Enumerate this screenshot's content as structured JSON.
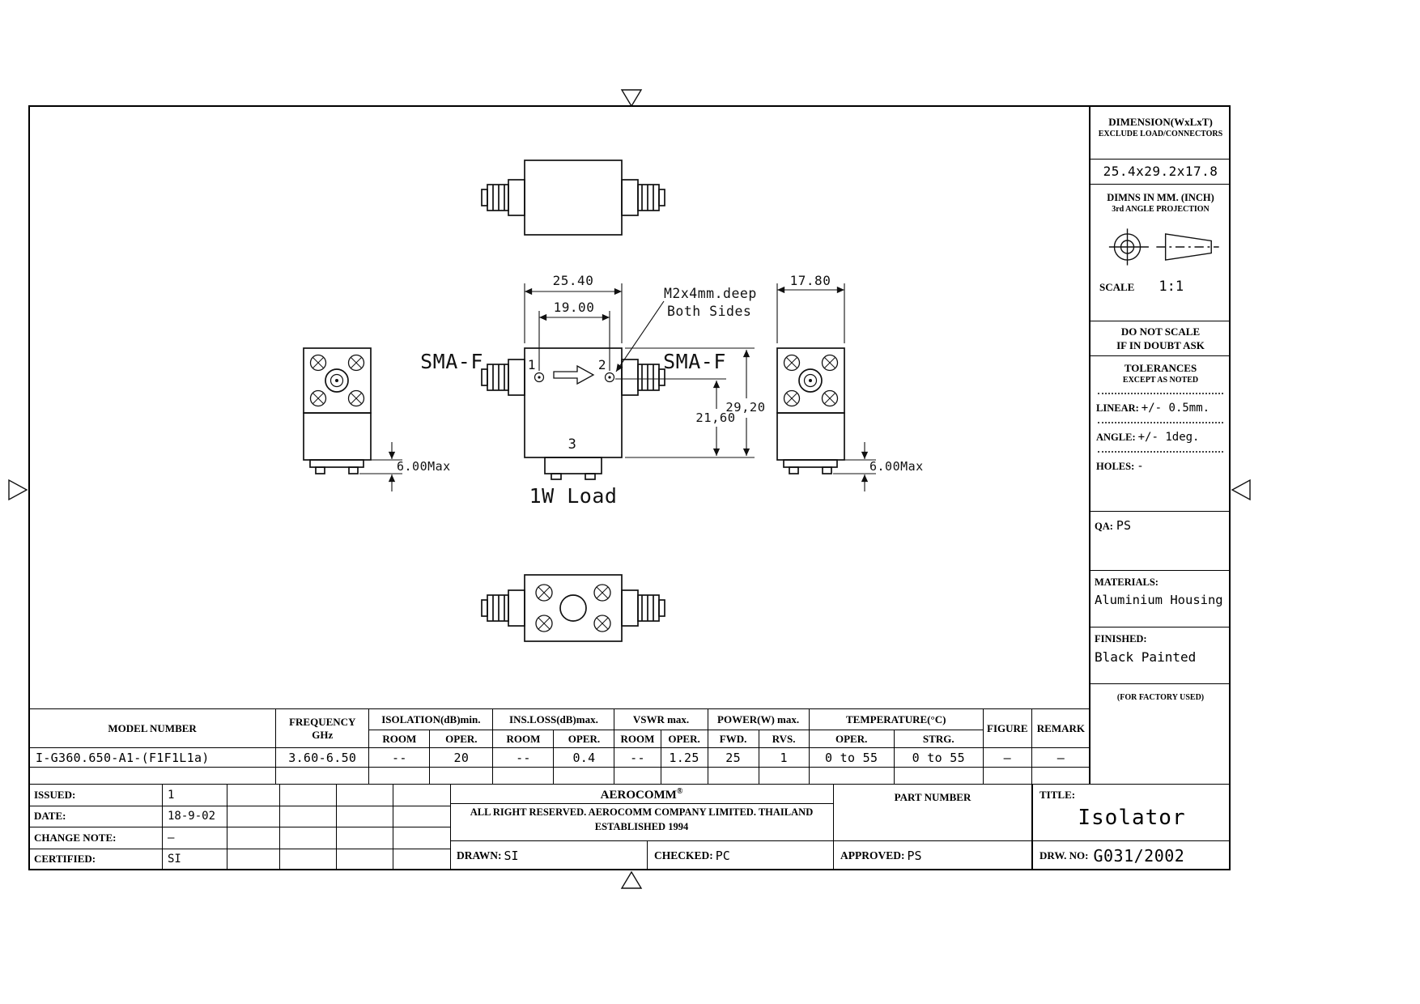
{
  "drawing": {
    "dim_body_width": "25.40",
    "dim_port_spacing": "19.00",
    "dim_side_width": "17.80",
    "dim_body_height": "29,20",
    "dim_port_height": "21,60",
    "dim_tab_left": "6.00Max",
    "dim_tab_right": "6.00Max",
    "tap_note_line1": "M2x4mm.deep",
    "tap_note_line2": "Both Sides",
    "connector_left_label": "SMA-F",
    "connector_right_label": "SMA-F",
    "port1_label": "1",
    "port2_label": "2",
    "port3_label": "3",
    "load_label": "1W Load"
  },
  "title_block": {
    "dimension_label": "DIMENSION(WxLxT)",
    "dimension_note": "EXCLUDE  LOAD/CONNECTORS",
    "dimension_value": "25.4x29.2x17.8",
    "units_label": "DIMNS  IN  MM.  (INCH)",
    "projection_label": "3rd  ANGLE  PROJECTION",
    "scale_label": "SCALE",
    "scale_value": "1:1",
    "no_scale_line1": "DO  NOT  SCALE",
    "no_scale_line2": "IF  IN  DOUBT  ASK",
    "tolerances_label": "TOLERANCES",
    "tolerances_note": "EXCEPT  AS  NOTED",
    "linear_label": "LINEAR:",
    "linear_value": "+/-  0.5mm.",
    "angle_label": "ANGLE:",
    "angle_value": "+/-  1deg.",
    "holes_label": "HOLES:",
    "holes_value": "-",
    "qa_label": "QA:",
    "qa_value": "PS",
    "materials_label": "MATERIALS:",
    "materials_value": "Aluminium Housing",
    "finished_label": "FINISHED:",
    "finished_value": "Black Painted",
    "factory_note": "(FOR  FACTORY  USED)"
  },
  "spec_table": {
    "model_header": "MODEL  NUMBER",
    "frequency_header": "FREQUENCY",
    "frequency_unit": "GHz",
    "isolation_header": "ISOLATION(dB)min.",
    "insloss_header": "INS.LOSS(dB)max.",
    "vswr_header": "VSWR  max.",
    "power_header": "POWER(W)  max.",
    "temperature_header": "TEMPERATURE(°C)",
    "figure_header": "FIGURE",
    "remark_header": "REMARK",
    "subheaders": [
      "ROOM",
      "OPER.",
      "ROOM",
      "OPER.",
      "ROOM",
      "OPER.",
      "FWD.",
      "RVS.",
      "OPER.",
      "STRG."
    ],
    "row": [
      "I-G360.650-A1-(F1F1L1a)",
      "3.60-6.50",
      "--",
      "20",
      "--",
      "0.4",
      "--",
      "1.25",
      "25",
      "1",
      "0 to 55",
      "0 to 55",
      "–",
      "–"
    ]
  },
  "admin": {
    "rows": [
      {
        "label": "ISSUED:",
        "value": "1"
      },
      {
        "label": "DATE:",
        "value": "18-9-02"
      },
      {
        "label": "CHANGE  NOTE:",
        "value": "–"
      },
      {
        "label": "CERTIFIED:",
        "value": "SI"
      }
    ]
  },
  "company": {
    "name": "AEROCOMM",
    "reg_mark": "®",
    "rights_line": "ALL  RIGHT  RESERVED.   AEROCOMM  COMPANY  LIMITED.   THAILAND",
    "established_line": "ESTABLISHED  1994",
    "drawn_label": "DRAWN:",
    "drawn_value": "SI",
    "checked_label": "CHECKED:",
    "checked_value": "PC",
    "approved_label": "APPROVED:",
    "approved_value": "PS",
    "part_number_label": "PART  NUMBER"
  },
  "title_area": {
    "title_label": "TITLE:",
    "title_value": "Isolator",
    "drw_label": "DRW.  NO:",
    "drw_value": "G031/2002"
  }
}
